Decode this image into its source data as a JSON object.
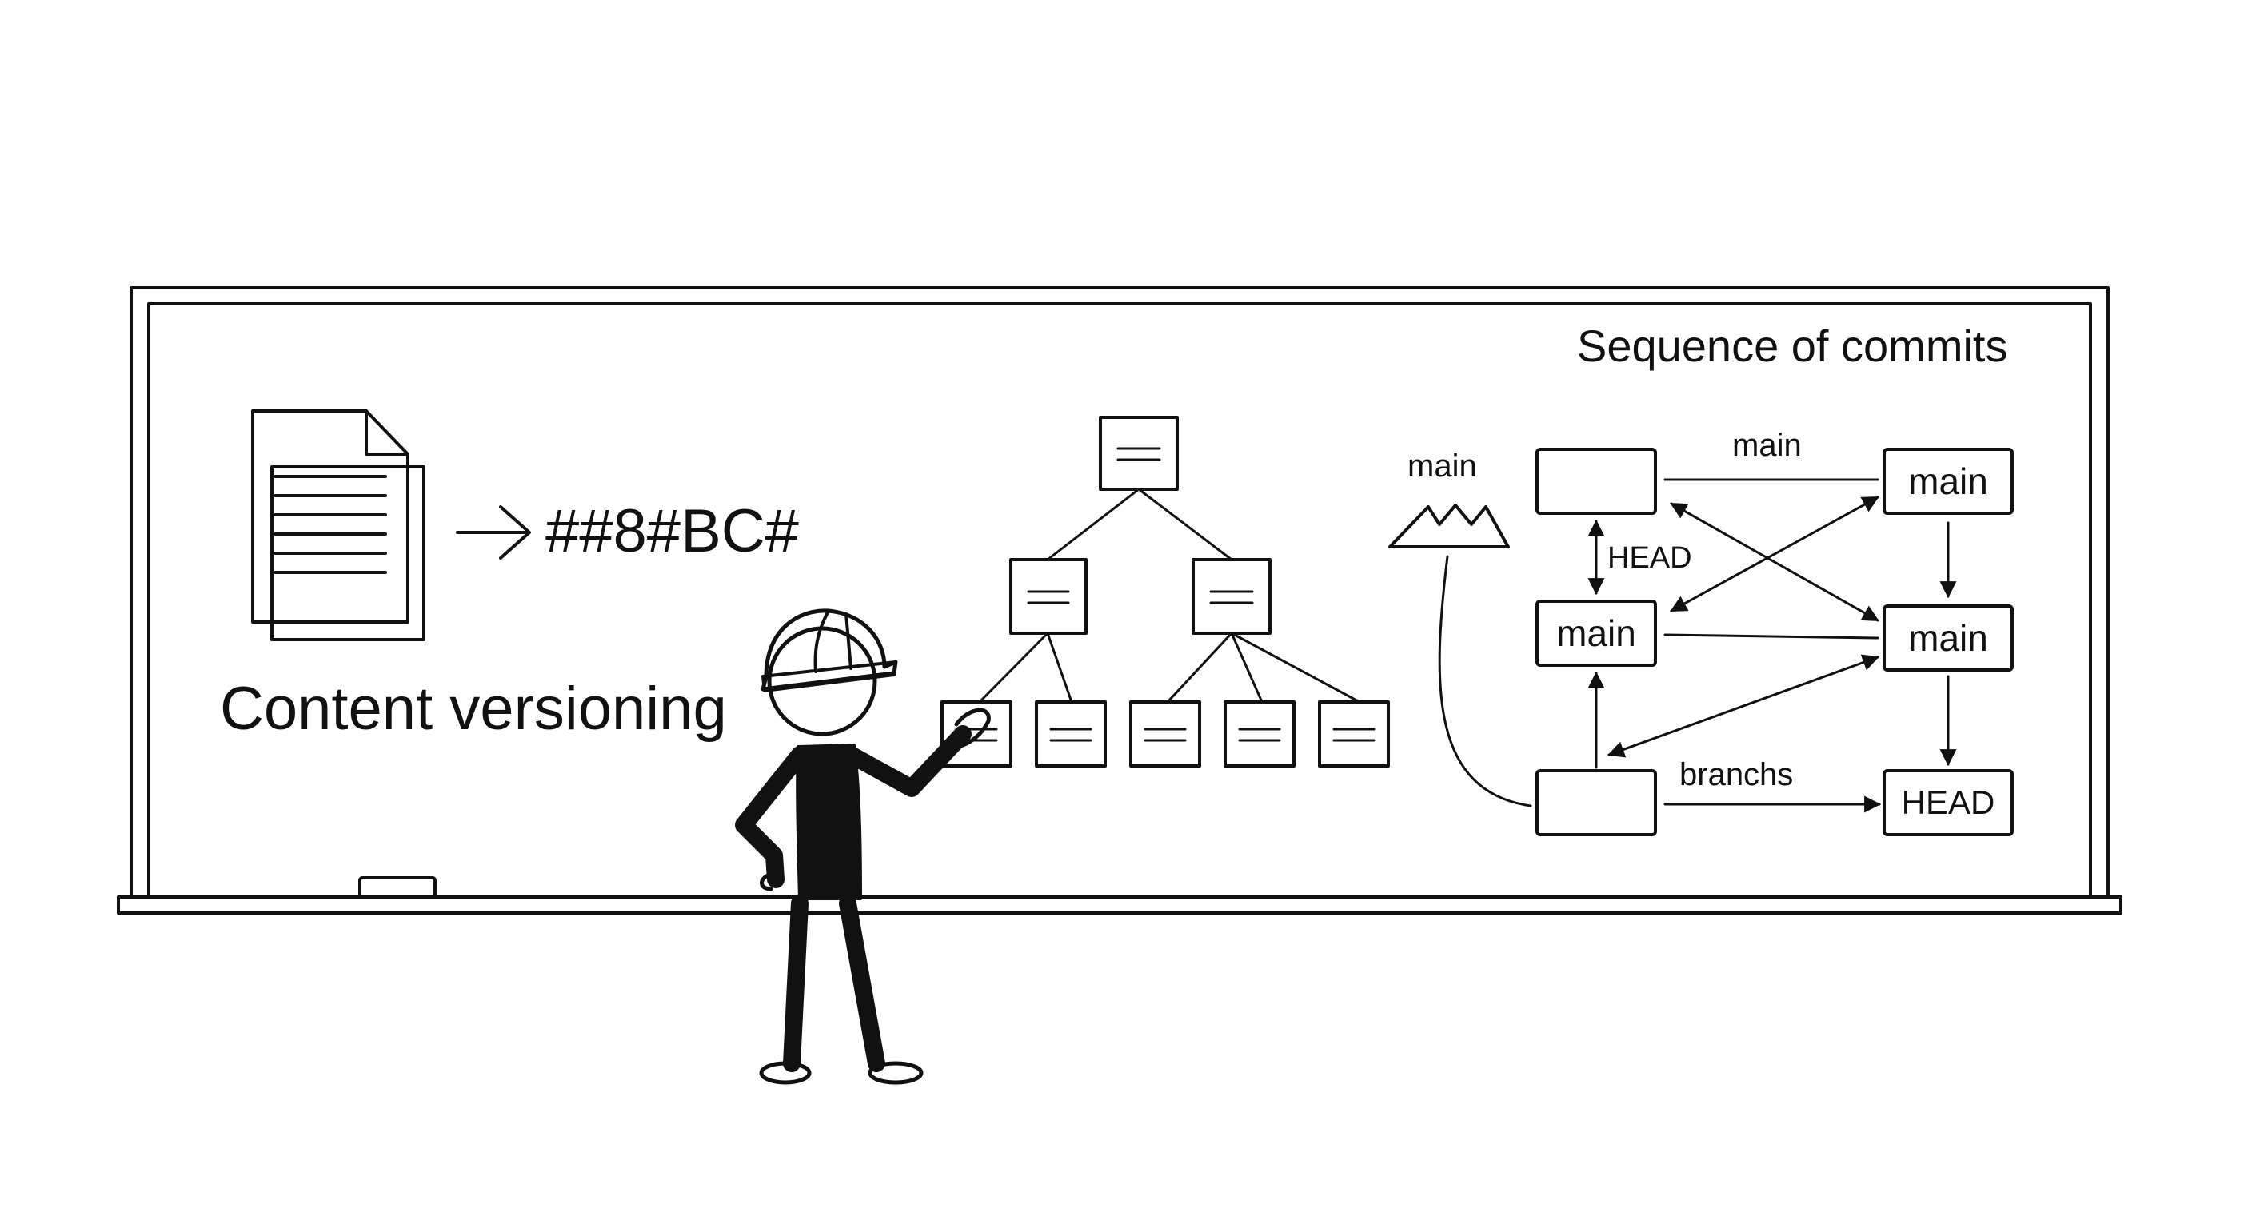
{
  "content_versioning": {
    "hash_text": "##8#BC#",
    "caption": "Content versioning",
    "icons": {
      "document": "stacked-document-icon",
      "arrow": "right-arrow-icon"
    }
  },
  "commits": {
    "title": "Sequence of commits",
    "left_label": "main",
    "node_labels": {
      "top_right": "main",
      "mid_left": "main",
      "mid_right": "main",
      "bottom_right": "HEAD"
    },
    "edge_labels": {
      "top": "main",
      "side": "HEAD",
      "bottom": "branchs"
    },
    "icons": {
      "peak": "mountain-peak-icon"
    }
  },
  "figure": {
    "icons": {
      "hat": "hard-hat-icon"
    }
  }
}
